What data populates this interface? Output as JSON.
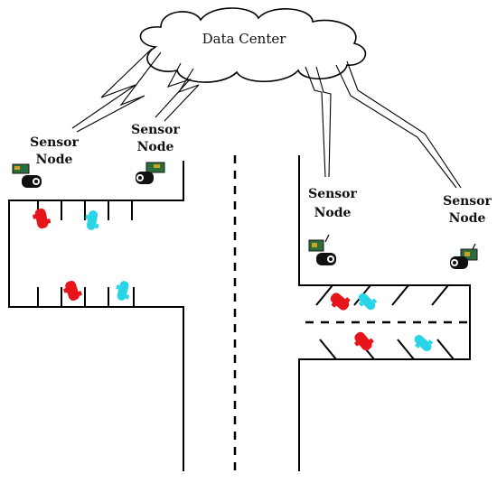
{
  "data_center": {
    "label": "Data Center"
  },
  "sensor_nodes": [
    {
      "line1": "Sensor",
      "line2": "Node"
    },
    {
      "line1": "Sensor",
      "line2": "Node"
    },
    {
      "line1": "Sensor",
      "line2": "Node"
    },
    {
      "line1": "Sensor",
      "line2": "Node"
    }
  ],
  "colors": {
    "car_red": "#e8141c",
    "car_cyan": "#29d4e6",
    "line": "#000000"
  },
  "icons": [
    "cloud-icon",
    "sensor-camera-icon",
    "car-icon",
    "lightning-link-icon"
  ]
}
